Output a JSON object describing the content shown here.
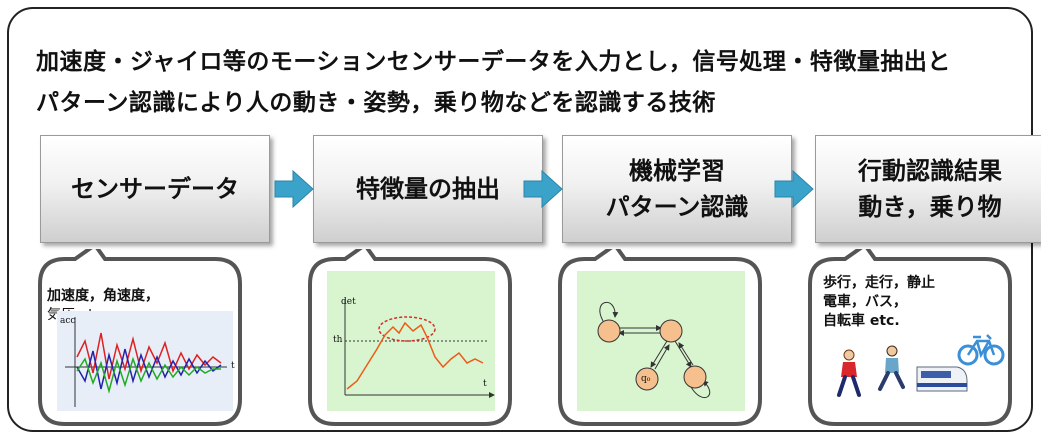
{
  "header": {
    "line1": "加速度・ジャイロ等のモーションセンサーデータを入力とし，信号処理・特徴量抽出と",
    "line2": "パターン認識により人の動き・姿勢，乗り物などを認識する技術"
  },
  "stages": [
    {
      "lines": [
        "センサーデータ"
      ]
    },
    {
      "lines": [
        "特徴量の抽出"
      ]
    },
    {
      "lines": [
        "機械学習",
        "パターン認識"
      ]
    },
    {
      "lines": [
        "行動認識結果",
        "動き，乗り物"
      ]
    }
  ],
  "callouts": {
    "sensor": {
      "line1": "加速度，角速度，",
      "line2": "気圧 etc.",
      "axis_y": "acc",
      "axis_x": "t"
    },
    "feature": {
      "axis_y": "det",
      "axis_x": "t",
      "threshold": "th"
    },
    "model": {
      "state": "q₀"
    },
    "result": {
      "line1": "歩行，走行，静止",
      "line2": "電車，バス，",
      "line3": "自転車 etc."
    }
  },
  "colors": {
    "arrow": "#3ba3c9",
    "panel_green": "#d9f5d0",
    "panel_blue": "#e7eef8",
    "node": "#f6c08e",
    "curve": "#ee5a17",
    "ellipse": "#d62c2c"
  }
}
